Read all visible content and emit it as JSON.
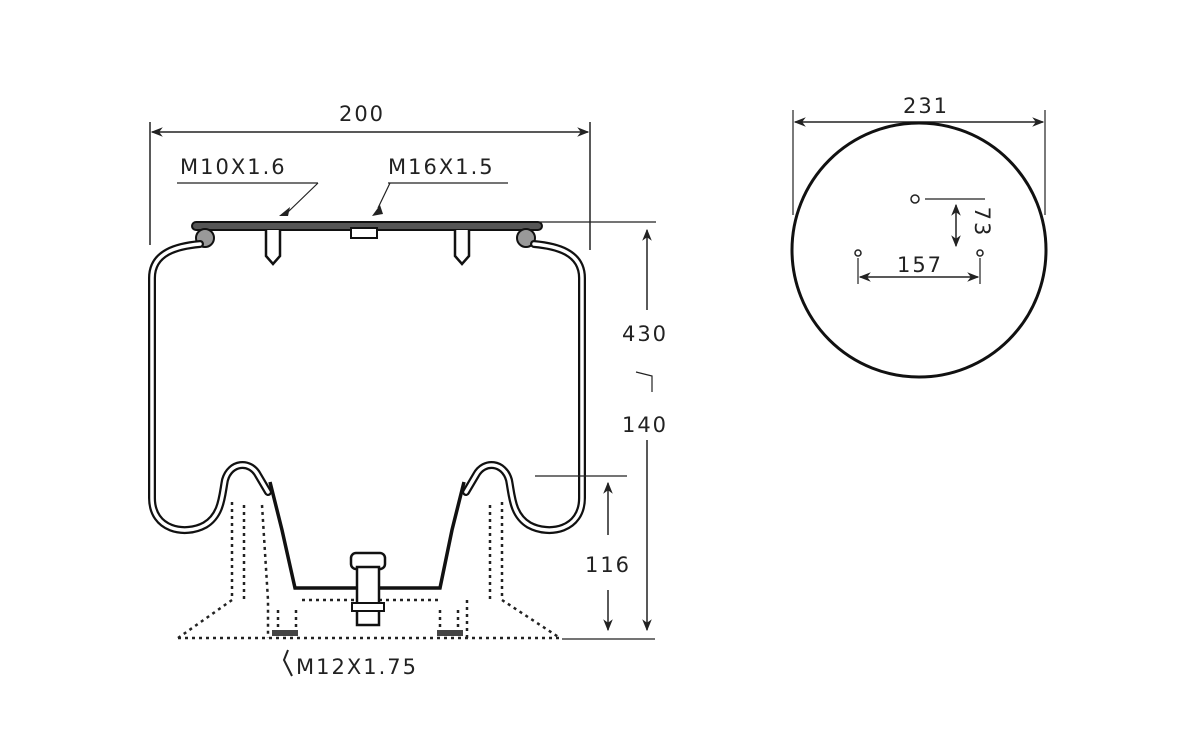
{
  "side_view": {
    "width_label": "200",
    "top_stud_label": "M10X1.6",
    "air_inlet_label": "M16X1.5",
    "total_height_label": "430",
    "compressed_height_label": "140",
    "piston_height_label": "116",
    "bottom_stud_label": "M12X1.75"
  },
  "top_view": {
    "diameter_label": "231",
    "offset_label": "73",
    "stud_spacing_label": "157"
  }
}
